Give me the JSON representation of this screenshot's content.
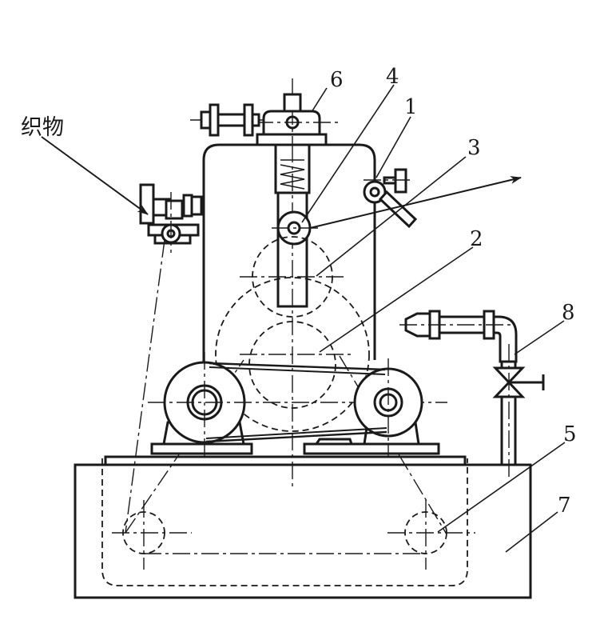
{
  "labels": {
    "fabric": "织物",
    "p1": "1",
    "p2": "2",
    "p3": "3",
    "p4": "4",
    "p5": "5",
    "p6": "6",
    "p7": "7",
    "p8": "8"
  }
}
